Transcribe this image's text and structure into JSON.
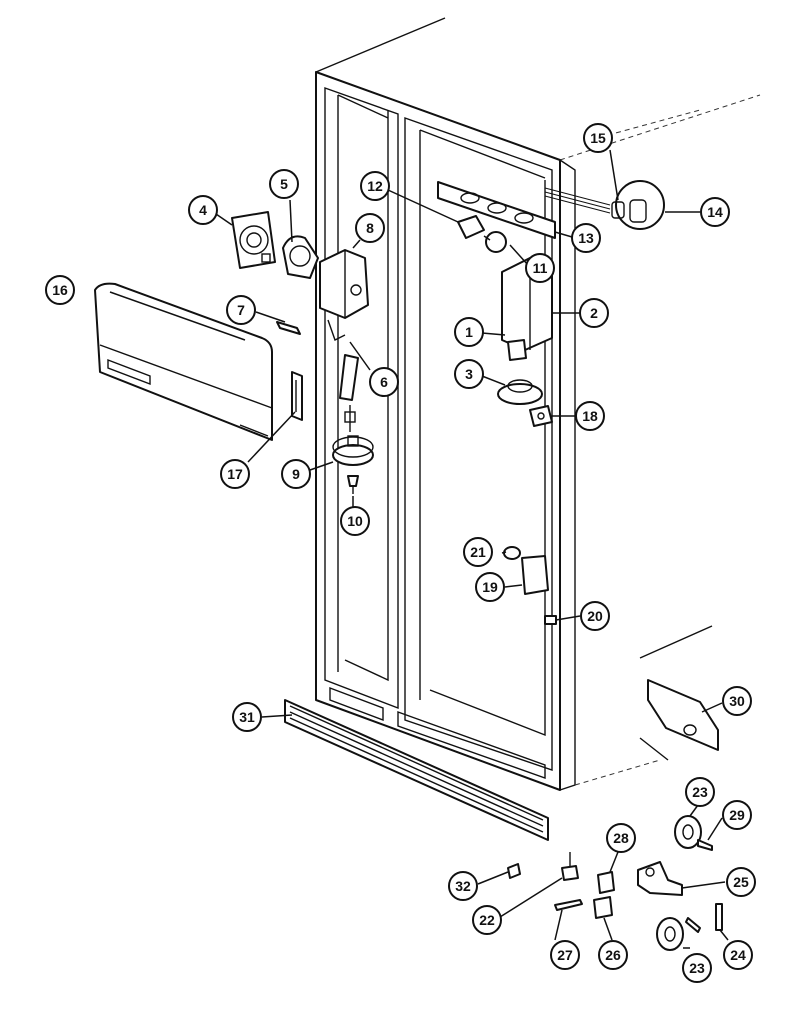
{
  "callouts": [
    {
      "id": "c1",
      "label": "1"
    },
    {
      "id": "c2",
      "label": "2"
    },
    {
      "id": "c3",
      "label": "3"
    },
    {
      "id": "c4",
      "label": "4"
    },
    {
      "id": "c5",
      "label": "5"
    },
    {
      "id": "c6",
      "label": "6"
    },
    {
      "id": "c7",
      "label": "7"
    },
    {
      "id": "c8",
      "label": "8"
    },
    {
      "id": "c9",
      "label": "9"
    },
    {
      "id": "c10",
      "label": "10"
    },
    {
      "id": "c11",
      "label": "11"
    },
    {
      "id": "c12",
      "label": "12"
    },
    {
      "id": "c13",
      "label": "13"
    },
    {
      "id": "c14",
      "label": "14"
    },
    {
      "id": "c15",
      "label": "15"
    },
    {
      "id": "c16",
      "label": "16"
    },
    {
      "id": "c17",
      "label": "17"
    },
    {
      "id": "c18",
      "label": "18"
    },
    {
      "id": "c19",
      "label": "19"
    },
    {
      "id": "c20",
      "label": "20"
    },
    {
      "id": "c21",
      "label": "21"
    },
    {
      "id": "c22",
      "label": "22"
    },
    {
      "id": "c23a",
      "label": "23"
    },
    {
      "id": "c23b",
      "label": "23"
    },
    {
      "id": "c24",
      "label": "24"
    },
    {
      "id": "c25",
      "label": "25"
    },
    {
      "id": "c26",
      "label": "26"
    },
    {
      "id": "c27",
      "label": "27"
    },
    {
      "id": "c28",
      "label": "28"
    },
    {
      "id": "c29",
      "label": "29"
    },
    {
      "id": "c30",
      "label": "30"
    },
    {
      "id": "c31",
      "label": "31"
    },
    {
      "id": "c32",
      "label": "32"
    }
  ]
}
